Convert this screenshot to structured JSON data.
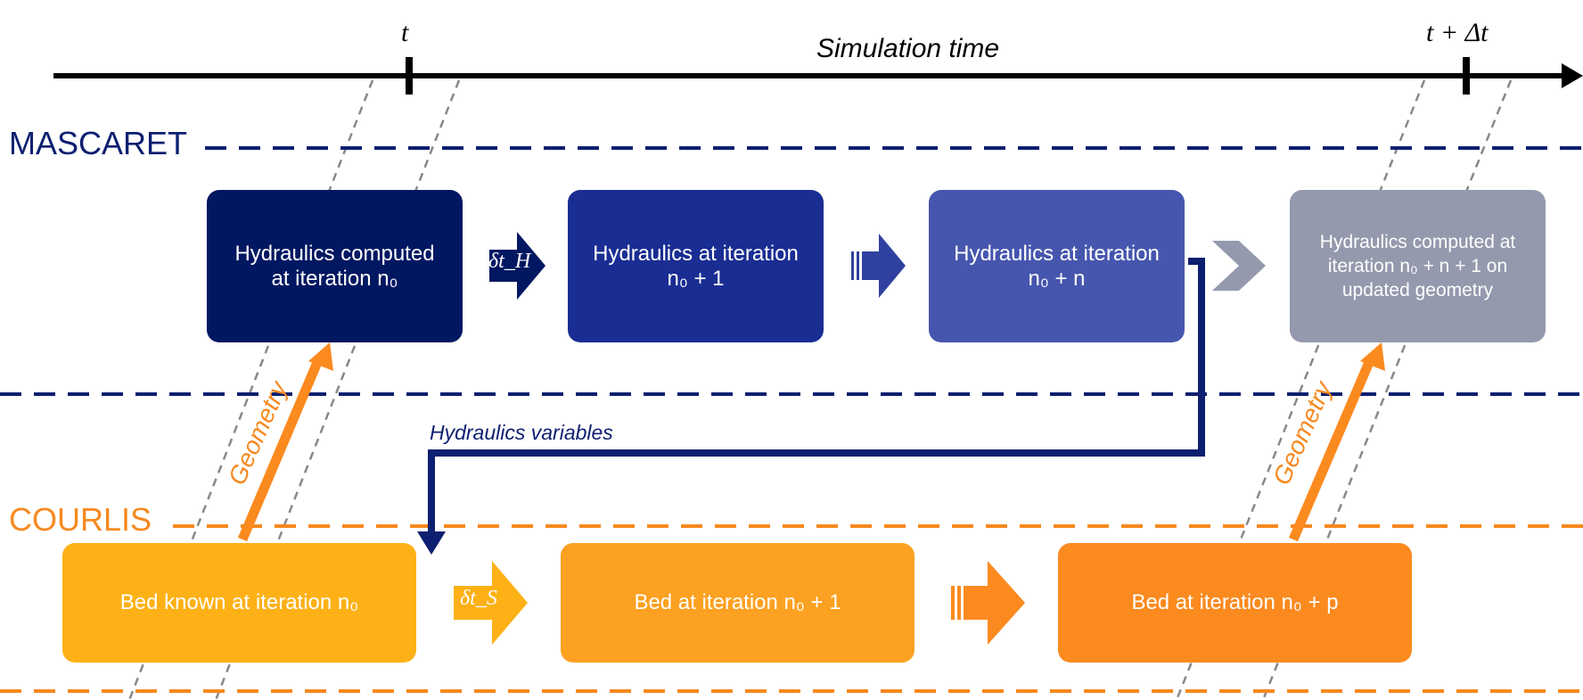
{
  "timeline": {
    "t_label": "t",
    "t_dt_label": "t + Δt",
    "title": "Simulation time"
  },
  "sections": {
    "mascaret": "MASCARET",
    "courlis": "COURLIS"
  },
  "hydraulics_boxes": [
    {
      "text": "Hydraulics computed\nat iteration n₀"
    },
    {
      "text": "Hydraulics at iteration\nn₀ + 1"
    },
    {
      "text": "Hydraulics at iteration\nn₀ + n"
    },
    {
      "text": "Hydraulics computed at\niteration n₀ + n + 1 on\nupdated geometry"
    }
  ],
  "bed_boxes": [
    {
      "text": "Bed known at iteration n₀"
    },
    {
      "text": "Bed at iteration n₀ + 1"
    },
    {
      "text": "Bed at iteration n₀ + p"
    }
  ],
  "arrows": {
    "delta_t_h": "δt_H",
    "delta_t_s": "δt_S",
    "hydraulics_variables": "Hydraulics variables",
    "geometry": "Geometry"
  },
  "colors": {
    "mascaret": "#0c1f70",
    "courlis": "#f6891f",
    "timeline": "#000000",
    "guide": "#888888"
  }
}
